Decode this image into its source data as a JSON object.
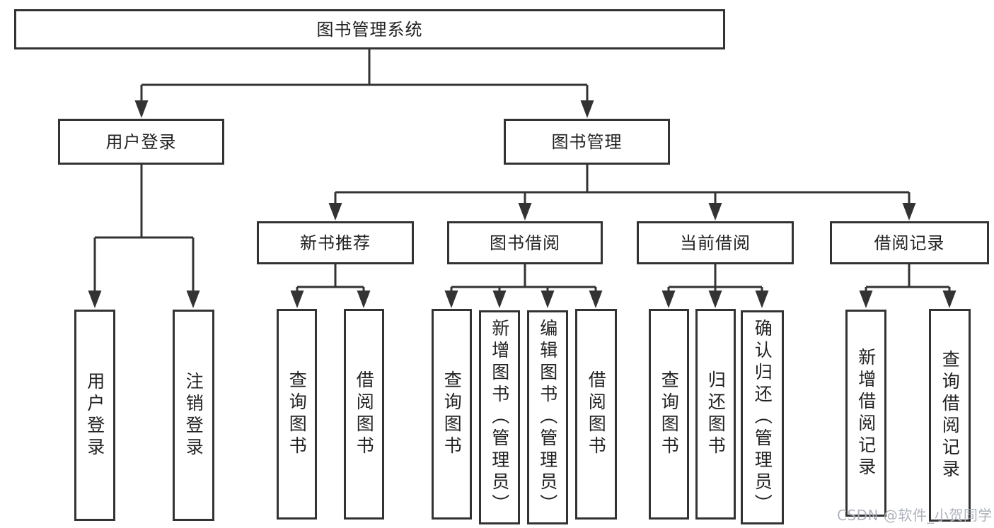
{
  "diagram_type": "hierarchy-tree",
  "nodes": {
    "root": {
      "label": "图书管理系统"
    },
    "user_login": {
      "label": "用户登录"
    },
    "book_mgmt": {
      "label": "图书管理"
    },
    "login": {
      "label": "用户登录"
    },
    "logout": {
      "label": "注销登录"
    },
    "new_book_rec": {
      "label": "新书推荐"
    },
    "book_borrow": {
      "label": "图书借阅"
    },
    "current_borrow": {
      "label": "当前借阅"
    },
    "borrow_records": {
      "label": "借阅记录"
    },
    "nb_query_book": {
      "label": "查询图书"
    },
    "nb_borrow_book": {
      "label": "借阅图书"
    },
    "bb_query_book": {
      "label": "查询图书"
    },
    "bb_add_book": {
      "label": "新增图书（管理员）"
    },
    "bb_edit_book": {
      "label": "编辑图书（管理员）"
    },
    "bb_borrow_book": {
      "label": "借阅图书"
    },
    "cb_query_book": {
      "label": "查询图书"
    },
    "cb_return_book": {
      "label": "归还图书"
    },
    "cb_confirm_return": {
      "label": "确认归还（管理员）"
    },
    "br_add_record": {
      "label": "新增借阅记录"
    },
    "br_query_record": {
      "label": "查询借阅记录"
    }
  },
  "hierarchy": {
    "root": "图书管理系统",
    "children": [
      {
        "label": "用户登录",
        "children": [
          "用户登录",
          "注销登录"
        ]
      },
      {
        "label": "图书管理",
        "children": [
          {
            "label": "新书推荐",
            "children": [
              "查询图书",
              "借阅图书"
            ]
          },
          {
            "label": "图书借阅",
            "children": [
              "查询图书",
              "新增图书（管理员）",
              "编辑图书（管理员）",
              "借阅图书"
            ]
          },
          {
            "label": "当前借阅",
            "children": [
              "查询图书",
              "归还图书",
              "确认归还（管理员）"
            ]
          },
          {
            "label": "借阅记录",
            "children": [
              "新增借阅记录",
              "查询借阅记录"
            ]
          }
        ]
      }
    ]
  },
  "watermark": {
    "text": "CSDN @软件_小贺同学"
  },
  "colors": {
    "line": "#333333",
    "box_border": "#333333",
    "box_fill": "#ffffff",
    "text": "#222222",
    "watermark": "#aaafb8",
    "background": "#ffffff"
  }
}
